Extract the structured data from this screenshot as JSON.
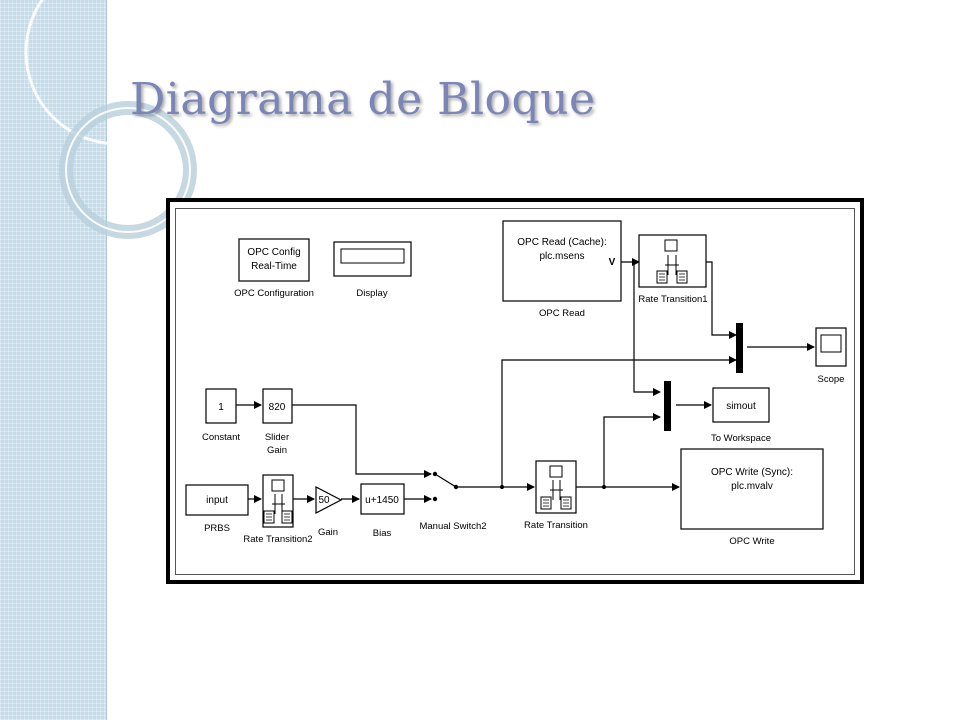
{
  "slide": {
    "title": "Diagrama de Bloque"
  },
  "blocks": {
    "opc_config": {
      "line1": "OPC Config",
      "line2": "Real-Time",
      "caption": "OPC Configuration"
    },
    "display": {
      "caption": "Display"
    },
    "opc_read": {
      "line1": "OPC Read (Cache):",
      "line2": "plc.msens",
      "port": "V",
      "caption": "OPC Read"
    },
    "rate_transition1": {
      "caption": "Rate Transition1"
    },
    "scope": {
      "caption": "Scope"
    },
    "to_workspace": {
      "value": "simout",
      "caption": "To Workspace"
    },
    "constant": {
      "value": "1",
      "caption": "Constant"
    },
    "slider_gain": {
      "value": "820",
      "caption_line1": "Slider",
      "caption_line2": "Gain"
    },
    "prbs": {
      "value": "input",
      "caption": "PRBS"
    },
    "rate_transition2": {
      "caption": "Rate Transition2"
    },
    "gain": {
      "value": "50",
      "caption": "Gain"
    },
    "bias": {
      "value": "u+1450",
      "caption": "Bias"
    },
    "manual_switch": {
      "caption": "Manual Switch2"
    },
    "rate_transition": {
      "caption": "Rate Transition"
    },
    "opc_write": {
      "line1": "OPC Write (Sync):",
      "line2": "plc.mvalv",
      "caption": "OPC Write"
    }
  }
}
